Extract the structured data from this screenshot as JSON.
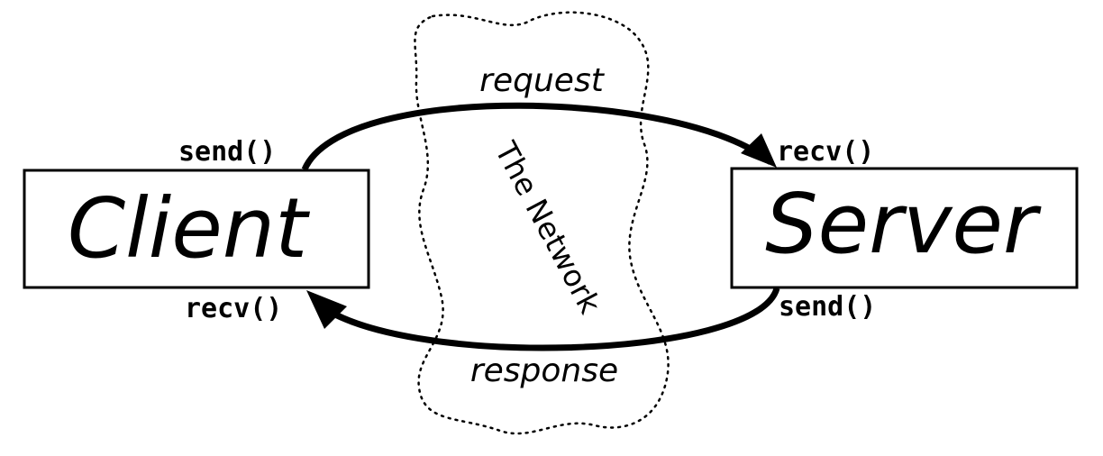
{
  "client": {
    "label": "Client"
  },
  "server": {
    "label": "Server"
  },
  "network": {
    "label": "The Network"
  },
  "request": {
    "label": "request",
    "client_call": "send()",
    "server_call": "recv()"
  },
  "response": {
    "label": "response",
    "server_call": "send()",
    "client_call": "recv()"
  },
  "colors": {
    "stroke": "#000000",
    "background": "#ffffff"
  }
}
